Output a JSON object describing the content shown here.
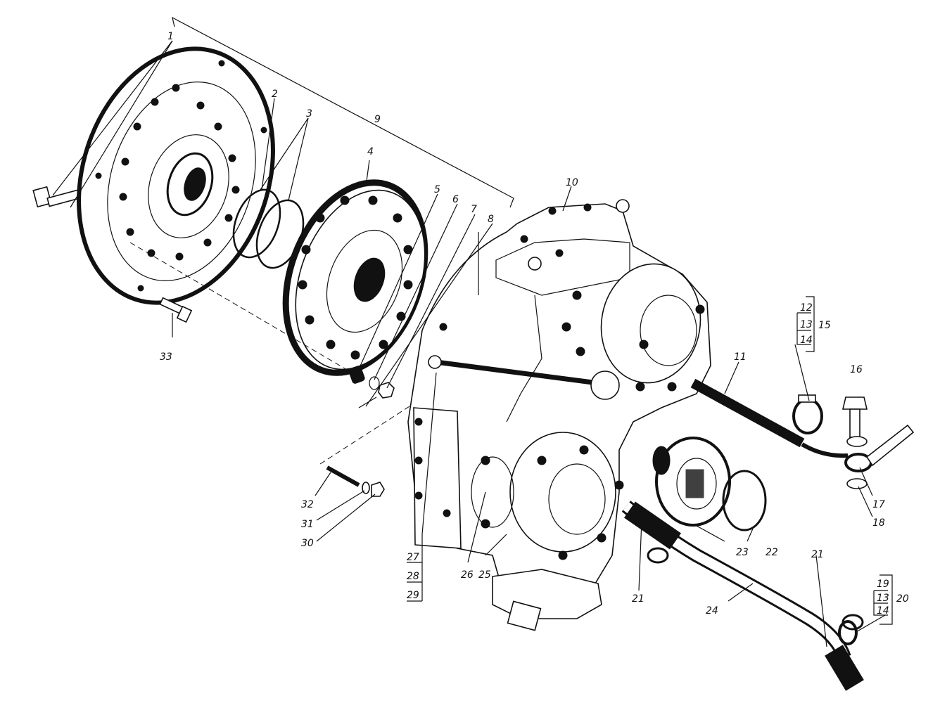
{
  "diagram": {
    "line_color": "#111111",
    "background": "#ffffff"
  },
  "labels": {
    "l1": "1",
    "l2": "2",
    "l3": "3",
    "l4": "4",
    "l5": "5",
    "l6": "6",
    "l7": "7",
    "l8": "8",
    "l9": "9",
    "l10": "10",
    "l11": "11",
    "l12": "12",
    "l13a": "13",
    "l14a": "14",
    "l15": "15",
    "l16": "16",
    "l17": "17",
    "l18": "18",
    "l19": "19",
    "l13b": "13",
    "l14b": "14",
    "l20": "20",
    "l21a": "21",
    "l21b": "21",
    "l22": "22",
    "l23": "23",
    "l24": "24",
    "l25": "25",
    "l26": "26",
    "l27": "27",
    "l28": "28",
    "l29": "29",
    "l30": "30",
    "l31": "31",
    "l32": "32",
    "l33": "33"
  }
}
